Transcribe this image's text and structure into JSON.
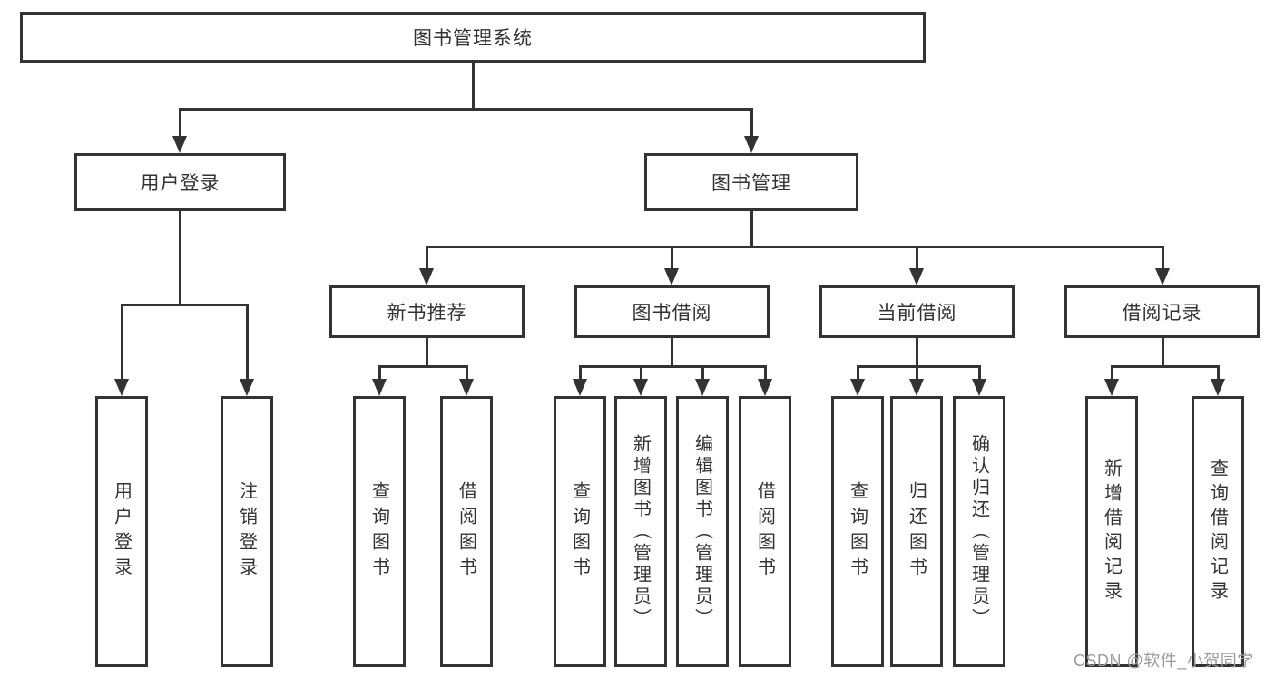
{
  "diagram": {
    "title_node": {
      "label": "图书管理系统"
    },
    "level2": [
      {
        "label": "用户登录"
      },
      {
        "label": "图书管理"
      }
    ],
    "level3": [
      {
        "label": "新书推荐"
      },
      {
        "label": "图书借阅"
      },
      {
        "label": "当前借阅"
      },
      {
        "label": "借阅记录"
      }
    ],
    "leaves": {
      "login": [
        "用户登录",
        "注销登录"
      ],
      "newbook": [
        "查询图书",
        "借阅图书"
      ],
      "borrow": [
        "查询图书",
        "新增图书（管理员）",
        "编辑图书（管理员）",
        "借阅图书"
      ],
      "current": [
        "查询图书",
        "归还图书",
        "确认归还（管理员）"
      ],
      "records": [
        "新增借阅记录",
        "查询借阅记录"
      ]
    }
  },
  "watermark": {
    "text": "CSDN @软件_小贺同学"
  },
  "colors": {
    "line": "#333333",
    "text": "#333333",
    "background": "#ffffff",
    "watermark": "#9b9b9b"
  }
}
